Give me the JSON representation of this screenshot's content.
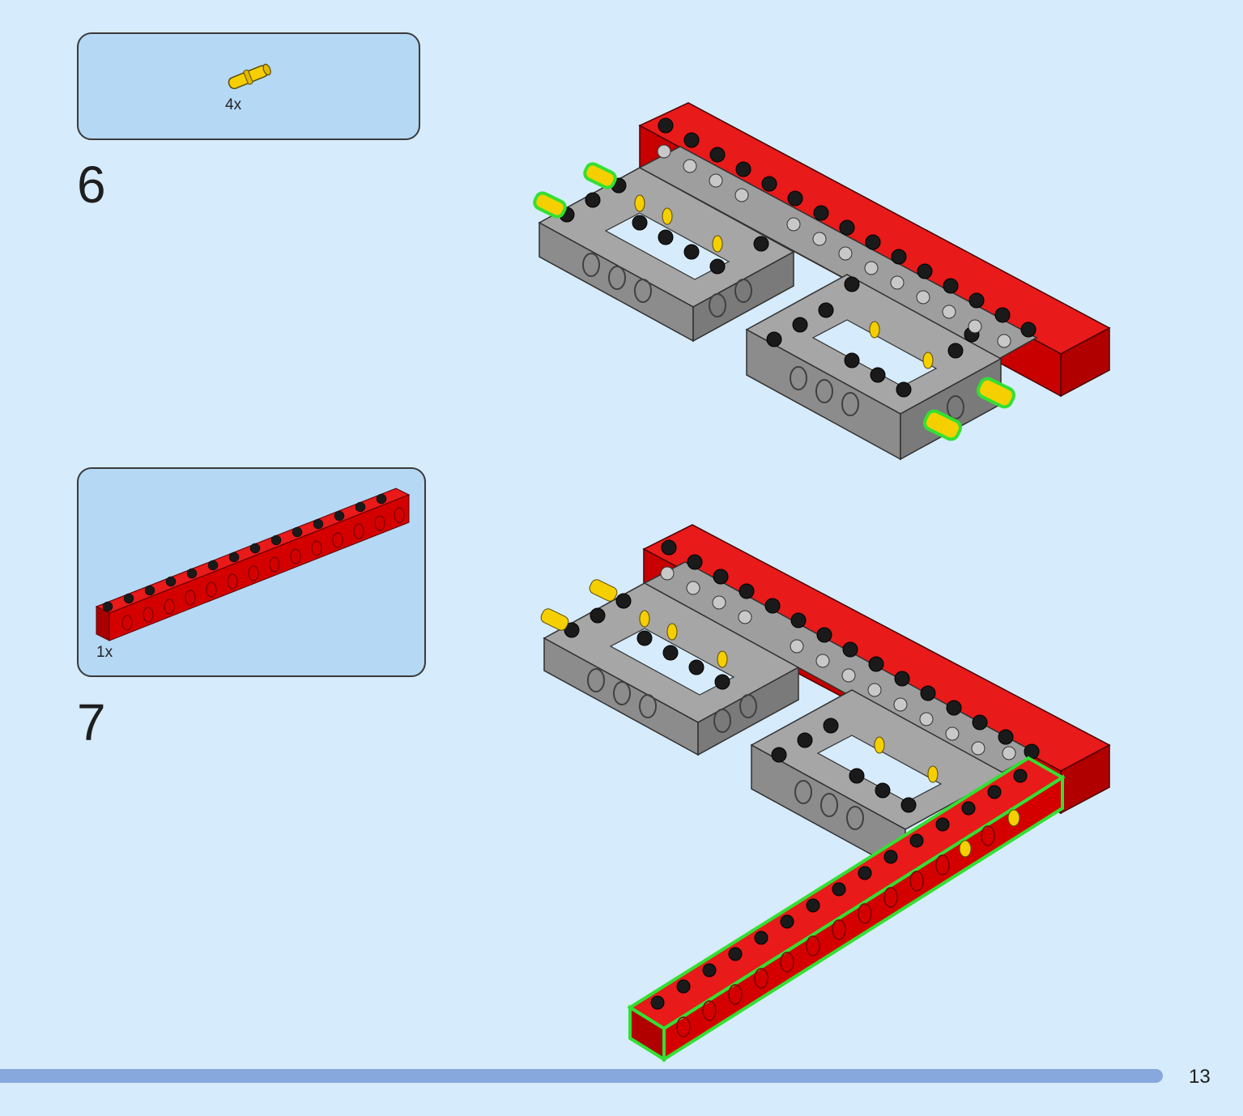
{
  "steps": [
    {
      "number": "6",
      "parts": [
        {
          "part": "yellow-connector-pin",
          "qty": "4x"
        }
      ]
    },
    {
      "number": "7",
      "parts": [
        {
          "part": "red-technic-beam",
          "qty": "1x"
        }
      ]
    }
  ],
  "colors": {
    "background": "#d6ebfb",
    "parts_box": "#b5d8f5",
    "red_brick": "#d40000",
    "gray_brick": "#9b9b9b",
    "yellow_pin": "#f5cf00",
    "highlight": "#33e033",
    "footer_bar": "#86a8dc"
  },
  "footer": {
    "page_number": "13"
  }
}
